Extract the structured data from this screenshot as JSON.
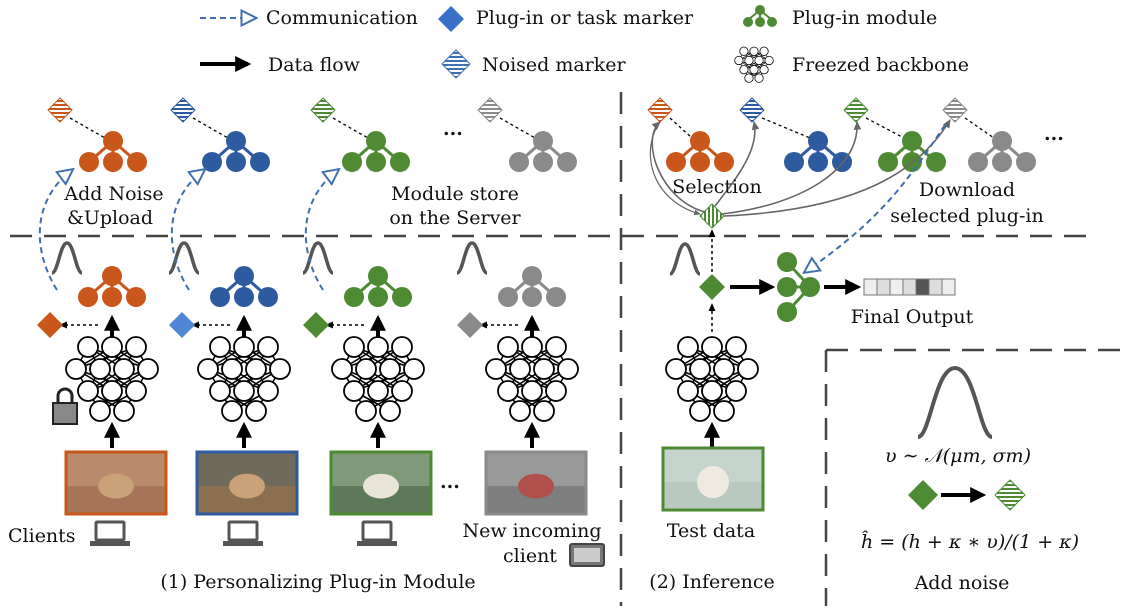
{
  "legend": {
    "communication": "Communication",
    "marker": "Plug-in or task marker",
    "plugin_module": "Plug-in module",
    "data_flow": "Data flow",
    "noised_marker": "Noised marker",
    "backbone": "Freezed backbone"
  },
  "server": {
    "add_noise_line1": "Add Noise",
    "add_noise_line2": "&Upload",
    "store_line1": "Module store",
    "store_line2": "on the Server",
    "ellipsis": "..."
  },
  "inference_top": {
    "selection": "Selection",
    "download_line1": "Download",
    "download_line2": "selected plug-in",
    "ellipsis": "..."
  },
  "clients": {
    "clients_label": "Clients",
    "new_line1": "New incoming",
    "new_line2": "client",
    "ellipsis": "..."
  },
  "inference": {
    "test_data": "Test data",
    "final_output": "Final Output"
  },
  "noise_box": {
    "distribution": "υ ∼ 𝒩(μm, σm)",
    "formula": "ĥ = (h + κ ∗ υ)/(1 + κ)",
    "label": "Add noise"
  },
  "captions": {
    "left": "(1) Personalizing Plug-in Module",
    "right": "(2) Inference"
  },
  "colors": {
    "orange": "#c9561a",
    "blue": "#2e5aa0",
    "green": "#4e8a34",
    "gray": "#8a8a8a",
    "light_blue": "#4f86d6"
  }
}
